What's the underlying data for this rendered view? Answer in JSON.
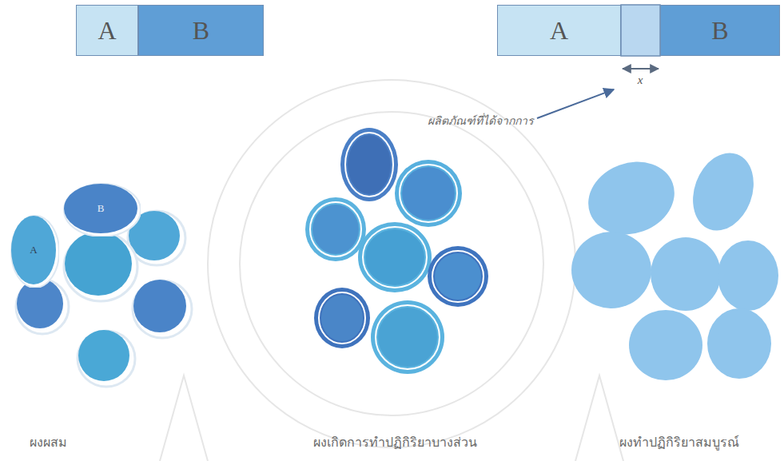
{
  "diagram": {
    "nodes": [
      {
        "text": [
          "A"
        ]
      },
      {
        "text": [
          "B"
        ]
      },
      {
        "text": [
          "A"
        ]
      },
      {
        "text": [
          "B"
        ]
      },
      {
        "text": [
          "B"
        ]
      },
      {
        "text": [
          "A"
        ]
      }
    ],
    "labels": [
      "x",
      "ผลิตภัณฑ์ที่ได้จากการ",
      "ผงผสม",
      "ผงเกิดการทำปฏิกิริยาบางส่วน",
      "ผงทำปฏิกิริยาสมบูรณ์"
    ]
  }
}
